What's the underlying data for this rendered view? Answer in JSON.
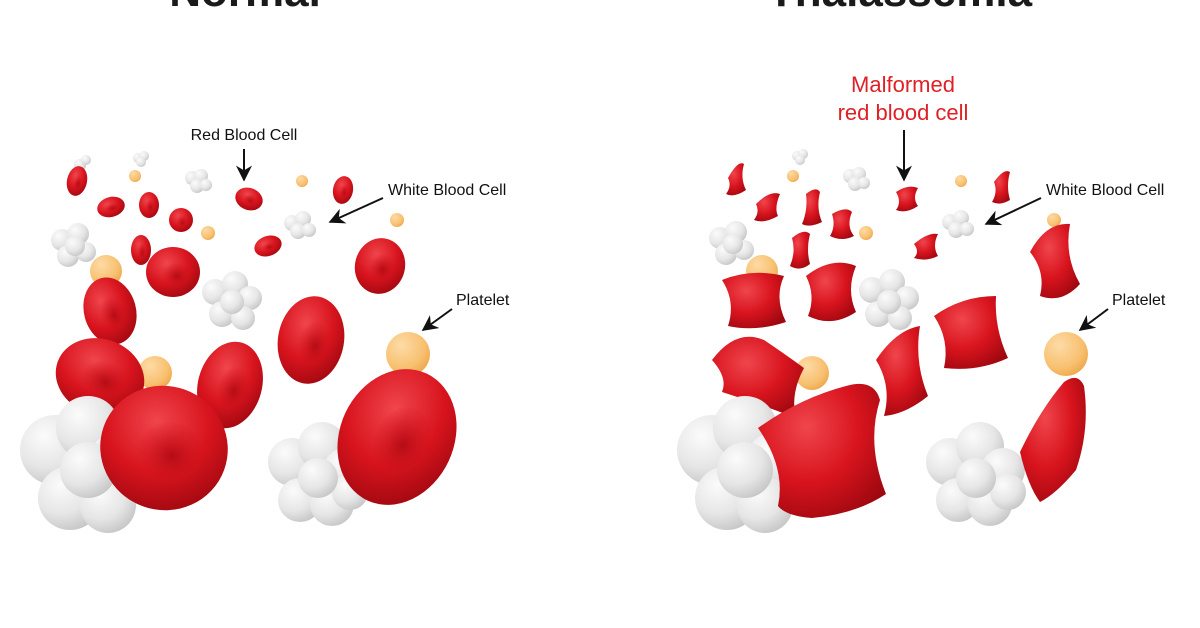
{
  "panels": {
    "left": {
      "title": "Normal",
      "labels": {
        "red_blood_cell": "Red Blood Cell",
        "white_blood_cell": "White Blood Cell",
        "platelet": "Platelet"
      }
    },
    "right": {
      "title": "Thalassemia",
      "labels": {
        "malformed_line1": "Malformed",
        "malformed_line2": "red blood cell",
        "white_blood_cell": "White Blood Cell",
        "platelet": "Platelet"
      }
    }
  },
  "colors": {
    "red_cell": "#d8141e",
    "red_cell_dark": "#a00810",
    "red_cell_light": "#f0454c",
    "white_cell": "#e8e8e8",
    "white_cell_shade": "#c9c9c9",
    "platelet": "#f8c070",
    "platelet_light": "#fddba6",
    "label_red": "#e02027",
    "label_black": "#111111",
    "arrow": "#111111"
  },
  "icons": {
    "red_blood_cell": "red-blood-cell-icon",
    "malformed_cell": "malformed-red-blood-cell-icon",
    "white_blood_cell": "white-blood-cell-icon",
    "platelet": "platelet-icon",
    "arrow": "arrow-icon"
  }
}
